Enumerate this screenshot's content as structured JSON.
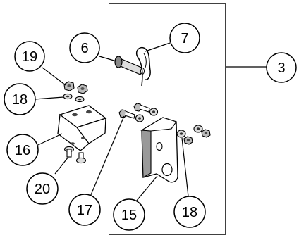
{
  "colors": {
    "line": "#000000",
    "part_fill": "#ffffff",
    "part_shade": "#7a7a7a",
    "part_dark": "#3a3a3a"
  },
  "callouts": [
    {
      "id": "c3",
      "label": "3"
    },
    {
      "id": "c6",
      "label": "6"
    },
    {
      "id": "c7",
      "label": "7"
    },
    {
      "id": "c15",
      "label": "15"
    },
    {
      "id": "c16",
      "label": "16"
    },
    {
      "id": "c17",
      "label": "17"
    },
    {
      "id": "c18a",
      "label": "18"
    },
    {
      "id": "c18b",
      "label": "18"
    },
    {
      "id": "c19",
      "label": "19"
    },
    {
      "id": "c20",
      "label": "20"
    }
  ]
}
